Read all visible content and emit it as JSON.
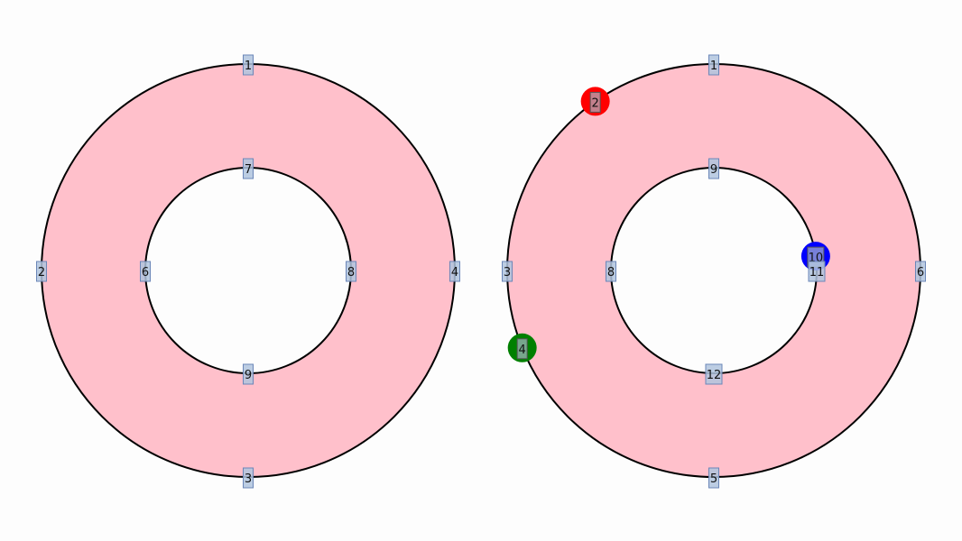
{
  "colors": {
    "ring_fill": "#ffc0cb",
    "ring_stroke": "#000000",
    "label_fill": "#b0c4de",
    "marker_red": "#ff0000",
    "marker_blue": "#0000ff",
    "marker_green": "#008000"
  },
  "diagrams": [
    {
      "name": "left-ring",
      "nodes": [
        {
          "id": "1",
          "ring": "outer",
          "angle": 90
        },
        {
          "id": "2",
          "ring": "outer",
          "angle": 180
        },
        {
          "id": "3",
          "ring": "outer",
          "angle": 270
        },
        {
          "id": "4",
          "ring": "outer",
          "angle": 0
        },
        {
          "id": "6",
          "ring": "inner",
          "angle": 180
        },
        {
          "id": "7",
          "ring": "inner",
          "angle": 90
        },
        {
          "id": "8",
          "ring": "inner",
          "angle": 0
        },
        {
          "id": "9",
          "ring": "inner",
          "angle": 270
        }
      ],
      "markers": []
    },
    {
      "name": "right-ring",
      "nodes": [
        {
          "id": "1",
          "ring": "outer",
          "angle": 90
        },
        {
          "id": "2",
          "ring": "outer",
          "angle": 125
        },
        {
          "id": "3",
          "ring": "outer",
          "angle": 180
        },
        {
          "id": "4",
          "ring": "outer",
          "angle": 202
        },
        {
          "id": "5",
          "ring": "outer",
          "angle": 270
        },
        {
          "id": "6",
          "ring": "outer",
          "angle": 0
        },
        {
          "id": "8",
          "ring": "inner",
          "angle": 180
        },
        {
          "id": "9",
          "ring": "inner",
          "angle": 90
        },
        {
          "id": "10",
          "ring": "inner",
          "angle": 8
        },
        {
          "id": "11",
          "ring": "inner",
          "angle": 0
        },
        {
          "id": "12",
          "ring": "inner",
          "angle": 270
        }
      ],
      "markers": [
        {
          "node": "2",
          "color": "#ff0000"
        },
        {
          "node": "10",
          "color": "#0000ff"
        },
        {
          "node": "4",
          "color": "#008000"
        }
      ]
    }
  ]
}
